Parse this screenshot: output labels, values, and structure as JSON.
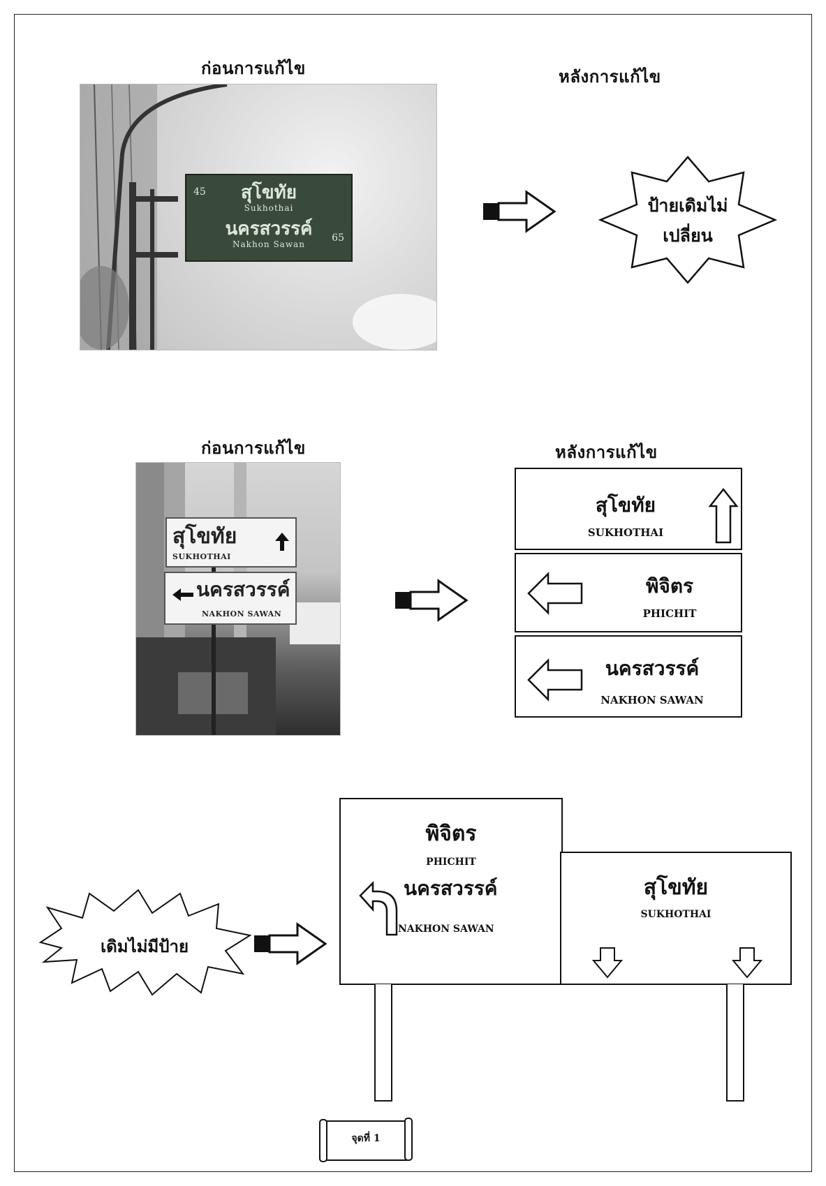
{
  "section1": {
    "before_caption": "ก่อนการแก้ไข",
    "after_caption": "หลังการแก้ไข",
    "photo_sign": {
      "top_th": "สุโขทัย",
      "top_en": "Sukhothai",
      "bottom_th": "นครสวรรค์",
      "bottom_en": "Nakhon Sawan",
      "top_num": "45",
      "bottom_num": "65"
    },
    "burst_text_line1": "ป้ายเดิมไม่",
    "burst_text_line2": "เปลี่ยน"
  },
  "section2": {
    "before_caption": "ก่อนการแก้ไข",
    "after_caption": "หลังการแก้ไข",
    "photo_sign": {
      "top_th": "สุโขทัย",
      "top_en": "SUKHOTHAI",
      "bottom_th": "นครสวรรค์",
      "bottom_en": "NAKHON SAWAN"
    },
    "panels": [
      {
        "th": "สุโขทัย",
        "en": "SUKHOTHAI",
        "arrow": "up"
      },
      {
        "th": "พิจิตร",
        "en": "PHICHIT",
        "arrow": "left"
      },
      {
        "th": "นครสวรรค์",
        "en": "NAKHON SAWAN",
        "arrow": "left"
      }
    ]
  },
  "section3": {
    "burst_text": "เดิมไม่มีป้าย",
    "left_board": {
      "th1": "พิจิตร",
      "en1": "PHICHIT",
      "th2": "นครสวรรค์",
      "en2": "NAKHON SAWAN"
    },
    "right_board": {
      "th": "สุโขทัย",
      "en": "SUKHOTHAI"
    }
  },
  "footer": {
    "scroll_label": "จุดที่ 1"
  }
}
